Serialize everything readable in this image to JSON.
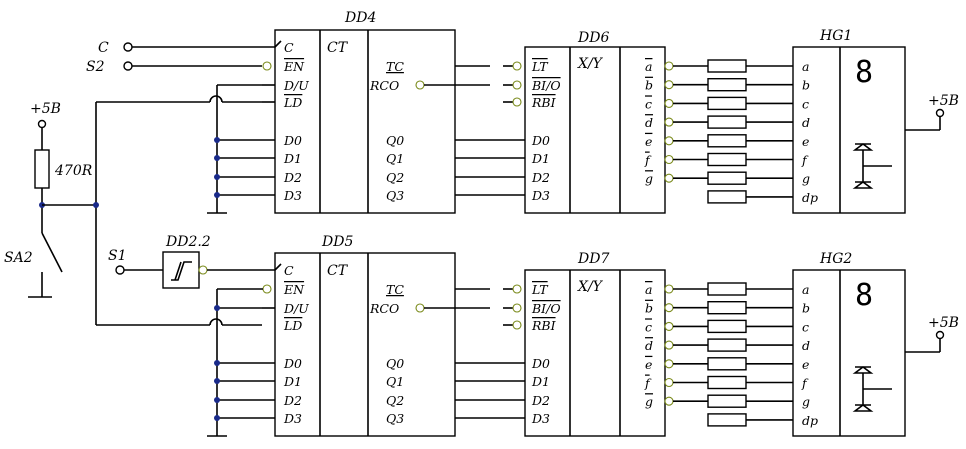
{
  "blocks": {
    "dd4": {
      "title": "DD4",
      "func": "CT",
      "inputs": [
        "C",
        "EN",
        "D/U",
        "LD",
        "D0",
        "D1",
        "D2",
        "D3"
      ],
      "outputs": [
        "TC",
        "RCO",
        "Q0",
        "Q1",
        "Q2",
        "Q3"
      ]
    },
    "dd5": {
      "title": "DD5",
      "func": "CT",
      "inputs": [
        "C",
        "EN",
        "D/U",
        "LD",
        "D0",
        "D1",
        "D2",
        "D3"
      ],
      "outputs": [
        "TC",
        "RCO",
        "Q0",
        "Q1",
        "Q2",
        "Q3"
      ]
    },
    "dd6": {
      "title": "DD6",
      "func": "X/Y",
      "inputs": [
        "LT",
        "BI/O",
        "RBI",
        "D0",
        "D1",
        "D2",
        "D3"
      ],
      "outputs": [
        "a",
        "b",
        "c",
        "d",
        "e",
        "f",
        "g"
      ]
    },
    "dd7": {
      "title": "DD7",
      "func": "X/Y",
      "inputs": [
        "LT",
        "BI/O",
        "RBI",
        "D0",
        "D1",
        "D2",
        "D3"
      ],
      "outputs": [
        "a",
        "b",
        "c",
        "d",
        "e",
        "f",
        "g"
      ]
    },
    "hg1": {
      "title": "HG1",
      "pins": [
        "a",
        "b",
        "c",
        "d",
        "e",
        "f",
        "g",
        "dp"
      ],
      "digit": "8"
    },
    "hg2": {
      "title": "HG2",
      "pins": [
        "a",
        "b",
        "c",
        "d",
        "e",
        "f",
        "g",
        "dp"
      ],
      "digit": "8"
    },
    "dd22": {
      "title": "DD2.2"
    }
  },
  "labels": {
    "c_in": "C",
    "s2": "S2",
    "s1": "S1",
    "plus5_left": "+5B",
    "resistor": "470R",
    "sa2": "SA2",
    "plus5_hg1": "+5B",
    "plus5_hg2": "+5B"
  }
}
